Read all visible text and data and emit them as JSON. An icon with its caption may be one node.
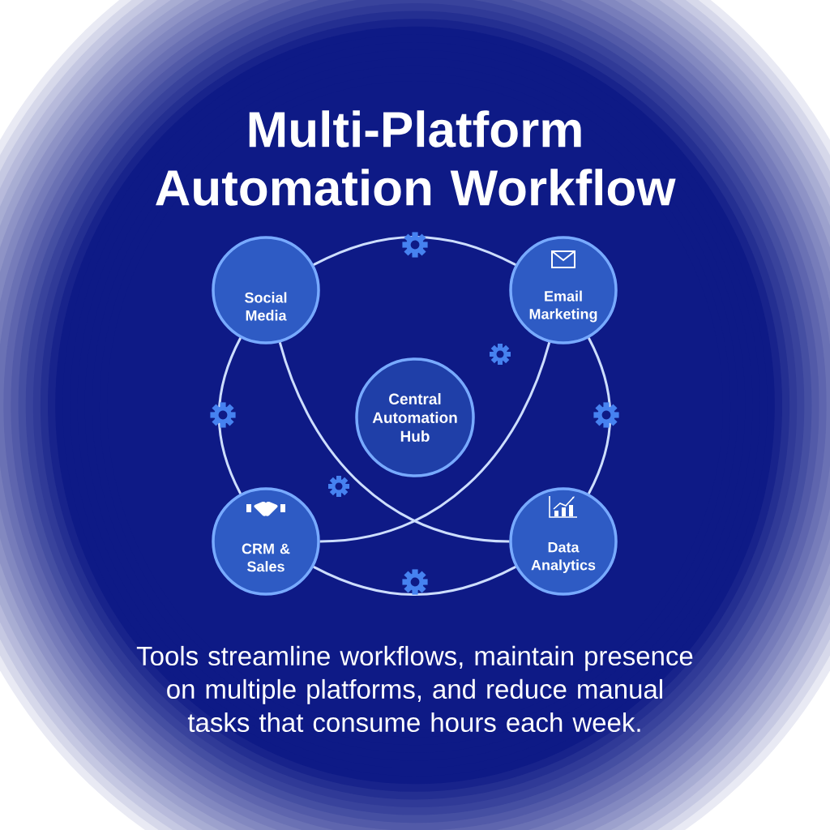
{
  "diagram": {
    "title": "Multi-Platform Automation Workflow",
    "caption": "Tools streamline workflows, maintain presence on multiple platforms, and reduce manual tasks that consume hours each week.",
    "nodes": [
      {
        "text": [
          "Social Media"
        ]
      },
      {
        "text": [
          "Email Marketing"
        ]
      },
      {
        "text": [
          "Central Automation Hub"
        ]
      },
      {
        "text": [
          "CRM & Sales"
        ]
      },
      {
        "text": [
          "Data Analytics"
        ]
      }
    ],
    "edges": [
      {
        "from": 0,
        "to": 1,
        "arrow": "none"
      },
      {
        "from": 0,
        "to": 3,
        "arrow": "none"
      },
      {
        "from": 1,
        "to": 4,
        "arrow": "none"
      },
      {
        "from": 3,
        "to": 4,
        "arrow": "none"
      },
      {
        "from": 0,
        "to": 4,
        "arrow": "none"
      },
      {
        "from": 1,
        "to": 3,
        "arrow": "none"
      }
    ]
  }
}
